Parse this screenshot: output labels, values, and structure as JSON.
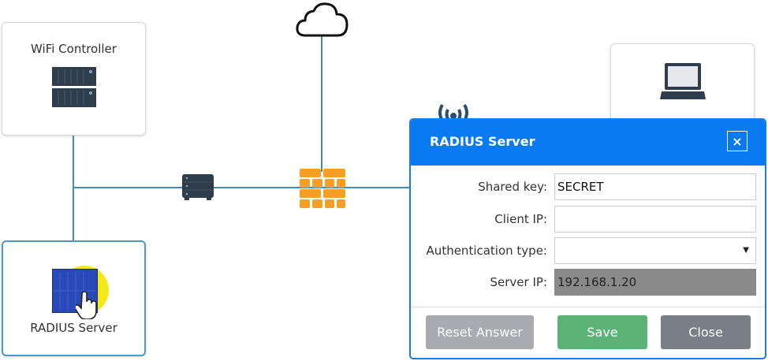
{
  "diagram": {
    "wifi_controller": {
      "label": "WiFi Controller",
      "icon": "server-rack-icon"
    },
    "radius_server": {
      "label": "RADIUS Server",
      "icon": "server-rack-icon",
      "highlight_color": "#f3e81a"
    },
    "switch": {
      "icon": "switch-icon"
    },
    "firewall": {
      "icon": "firewall-icon",
      "color": "#f5a024"
    },
    "cloud": {
      "icon": "cloud-icon"
    },
    "laptop": {
      "icon": "laptop-icon"
    },
    "access_point": {
      "icon": "wireless-signal-icon"
    },
    "link_color": "#4a8bb5"
  },
  "dialog": {
    "title": "RADIUS Server",
    "close_icon": "×",
    "fields": [
      {
        "label": "Shared key:",
        "value": "SECRET",
        "type": "text"
      },
      {
        "label": "Client IP:",
        "value": "",
        "type": "text"
      },
      {
        "label": "Authentication type:",
        "value": "",
        "type": "select",
        "arrow": "▼"
      },
      {
        "label": "Server IP:",
        "value": "192.168.1.20",
        "type": "readonly"
      }
    ],
    "buttons": {
      "reset": {
        "label": "Reset Answer",
        "color": "#a9abb0"
      },
      "save": {
        "label": "Save",
        "color": "#5cb377"
      },
      "close": {
        "label": "Close",
        "color": "#7a7f87"
      }
    },
    "header_color": "#0a7af2"
  }
}
